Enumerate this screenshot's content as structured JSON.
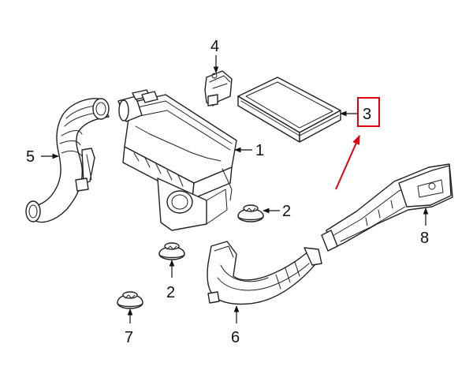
{
  "callouts": {
    "c1": "1",
    "c2a": "2",
    "c2b": "2",
    "c3": "3",
    "c4": "4",
    "c5": "5",
    "c6": "6",
    "c7": "7",
    "c8": "8"
  },
  "colors": {
    "line": "#222222",
    "highlight": "#e0000f",
    "background": "#ffffff"
  }
}
